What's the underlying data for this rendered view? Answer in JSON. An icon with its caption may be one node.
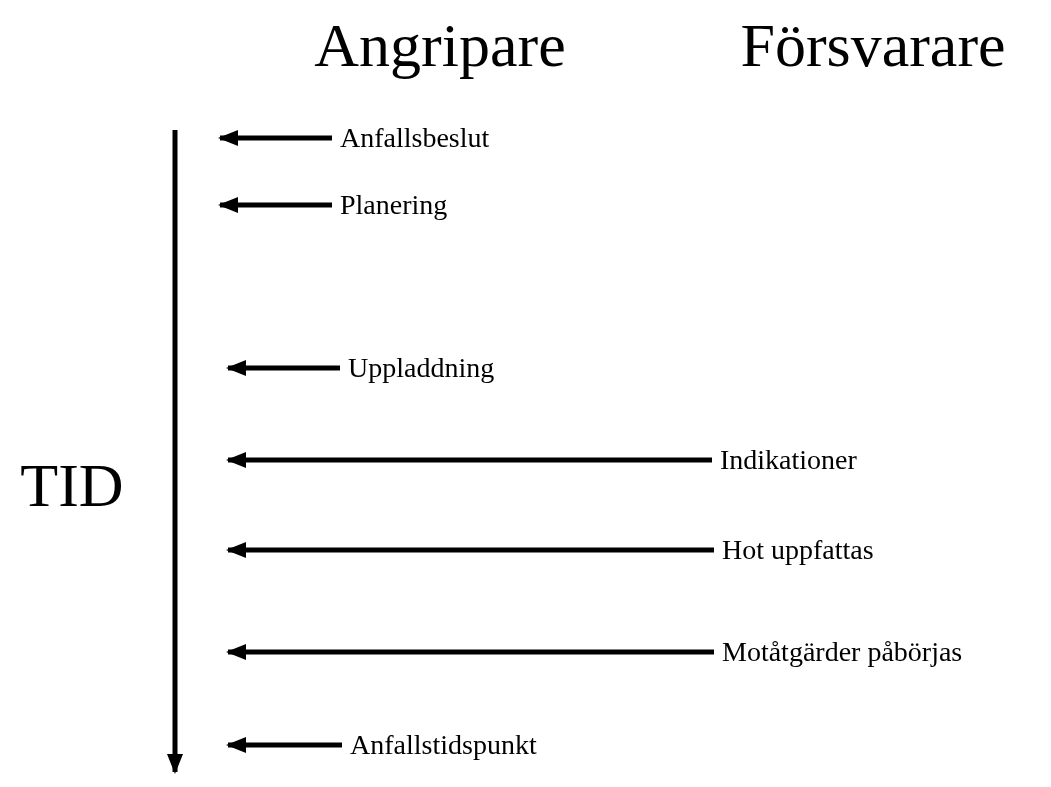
{
  "diagram": {
    "nodes": [
      {
        "text": [
          "Anfallsbeslut"
        ]
      },
      {
        "text": [
          "Planering"
        ]
      },
      {
        "text": [
          "Uppladdning"
        ]
      },
      {
        "text": [
          "Indikationer"
        ]
      },
      {
        "text": [
          "Hot uppfattas"
        ]
      },
      {
        "text": [
          "Motåtgärder påbörjas"
        ]
      },
      {
        "text": [
          "Anfallstidspunkt"
        ]
      }
    ],
    "edges": [
      {
        "from": 0,
        "to": null,
        "arrow": "to"
      },
      {
        "from": 1,
        "to": null,
        "arrow": "to"
      },
      {
        "from": 2,
        "to": null,
        "arrow": "to"
      },
      {
        "from": 3,
        "to": null,
        "arrow": "to"
      },
      {
        "from": 4,
        "to": null,
        "arrow": "to"
      },
      {
        "from": 5,
        "to": null,
        "arrow": "to"
      },
      {
        "from": 6,
        "to": null,
        "arrow": "to"
      }
    ],
    "labels": [
      "Angripare",
      "Försvarare",
      "TID"
    ]
  }
}
